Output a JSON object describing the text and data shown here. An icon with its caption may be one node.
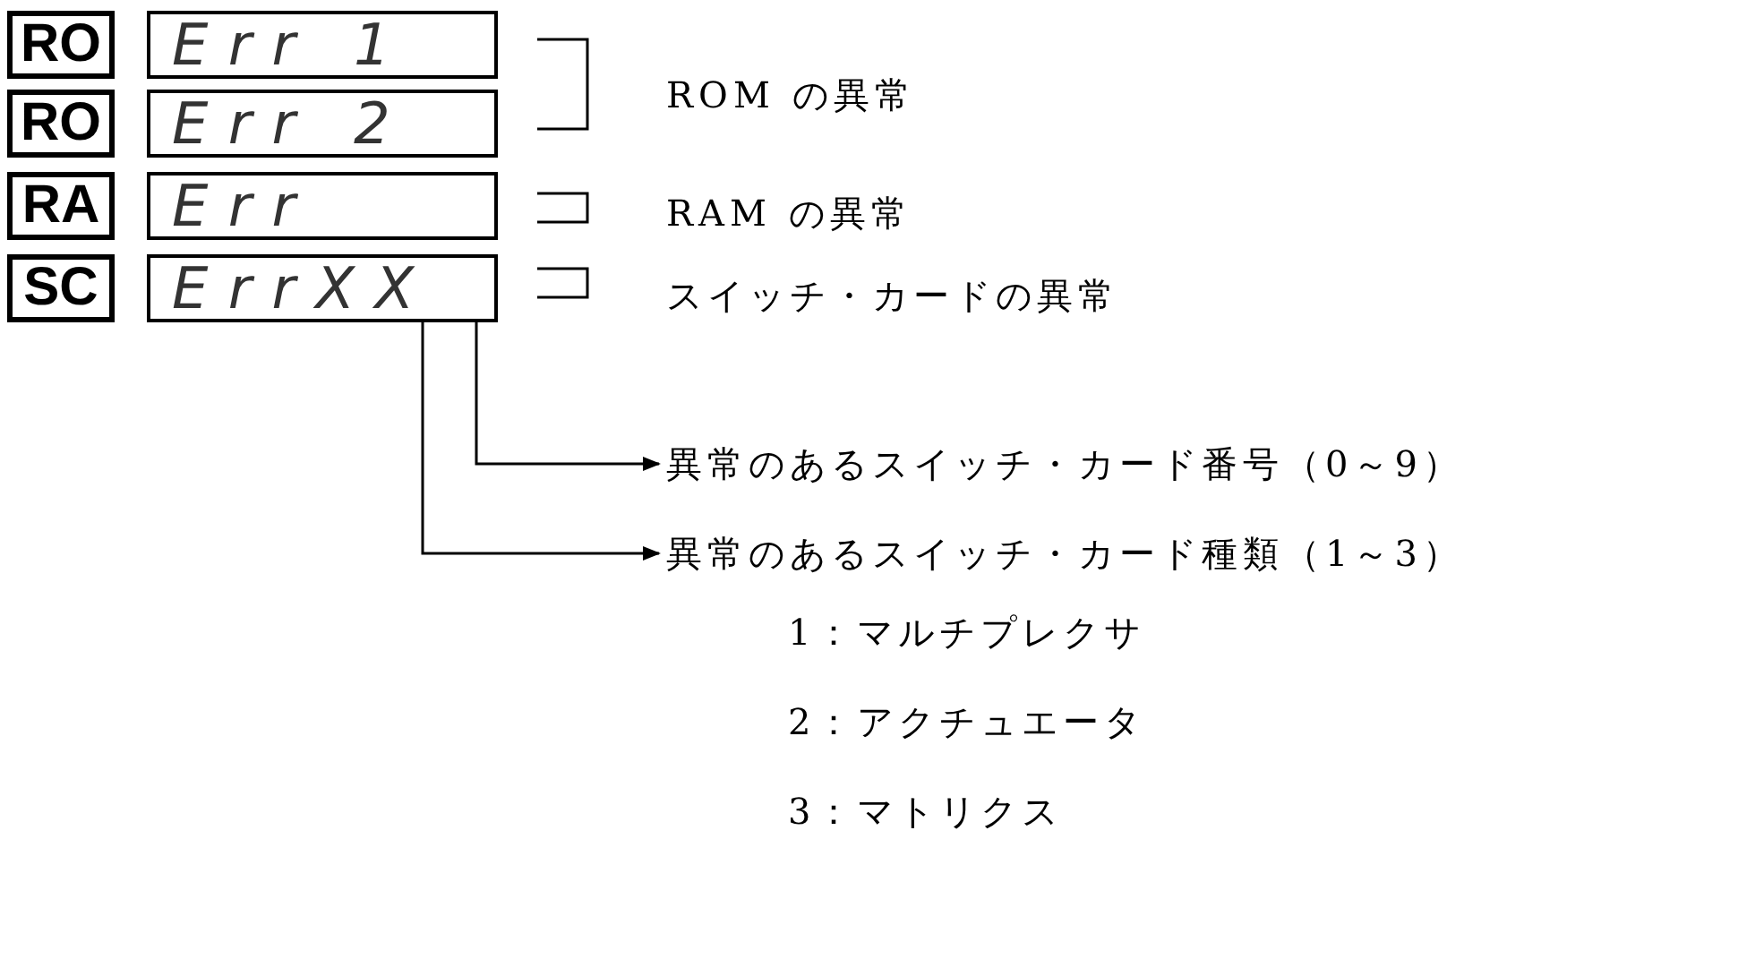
{
  "diagram": {
    "nodes": [
      {
        "text": [
          "RO"
        ]
      },
      {
        "text": [
          "Err 1"
        ]
      },
      {
        "text": [
          "RO"
        ]
      },
      {
        "text": [
          "Err 2"
        ]
      },
      {
        "text": [
          "RA"
        ]
      },
      {
        "text": [
          "Err"
        ]
      },
      {
        "text": [
          "SC"
        ]
      },
      {
        "text": [
          "ErrXX"
        ]
      },
      {
        "text": [
          "異常のあるスイッチ・カード番号（0～9）"
        ]
      },
      {
        "text": [
          "異常のあるスイッチ・カード種類（1～3）"
        ]
      }
    ],
    "edges": [
      {
        "from": 7,
        "to": 8,
        "arrow": "to"
      },
      {
        "from": 7,
        "to": 9,
        "arrow": "to"
      }
    ],
    "labels": [
      "ROM の異常",
      "RAM の異常",
      "スイッチ・カードの異常",
      "1：マルチプレクサ",
      "2：アクチュエータ",
      "3：マトリクス"
    ]
  }
}
